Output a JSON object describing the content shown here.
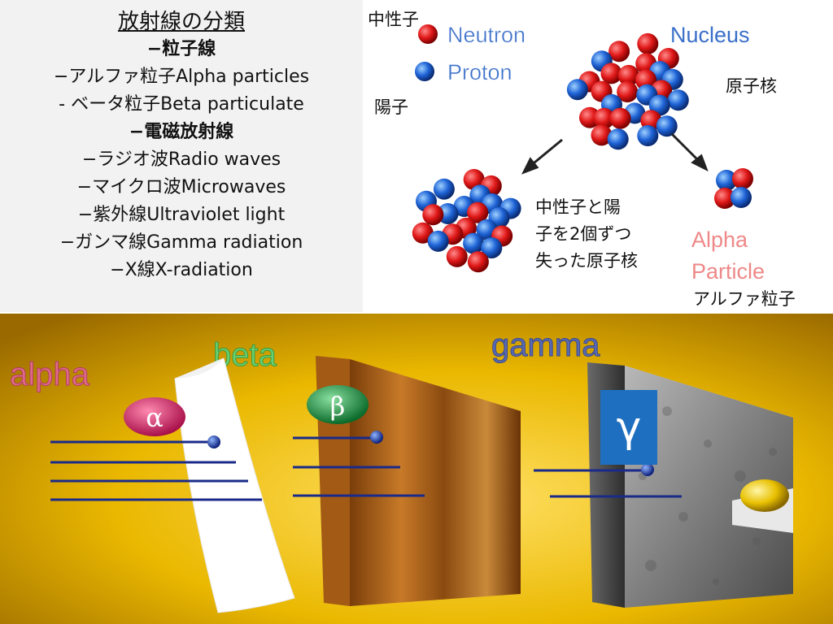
{
  "list": {
    "title": "放射線の分類",
    "items": [
      {
        "text": "−粒子線",
        "bold": true
      },
      {
        "text": "−アルファ粒子Alpha particles",
        "bold": false
      },
      {
        "text": "- ベータ粒子Beta particulate",
        "bold": false
      },
      {
        "text": "−電磁放射線",
        "bold": true
      },
      {
        "text": "−ラジオ波Radio waves",
        "bold": false
      },
      {
        "text": "−マイクロ波Microwaves",
        "bold": false
      },
      {
        "text": "−紫外線Ultraviolet light",
        "bold": false
      },
      {
        "text": "−ガンマ線Gamma radiation",
        "bold": false
      },
      {
        "text": "−X線X-radiation",
        "bold": false
      }
    ]
  },
  "nucleus_image": {
    "legend_neutron": "Neutron",
    "legend_proton": "Proton",
    "nucleus_label": "Nucleus",
    "alpha_label_line1": "Alpha",
    "alpha_label_line2": "Particle",
    "jp_neutron": "中性子",
    "jp_proton": "陽子",
    "jp_nucleus": "原子核",
    "jp_alpha": "アルファ粒子",
    "note_lines": [
      "中性子と陽",
      "子を2個ずつ",
      "失った原子核"
    ],
    "colors": {
      "neutron": "#e02020",
      "proton": "#1e5fd0",
      "label_text": "#3a6fc9"
    }
  },
  "radiation_image": {
    "label_alpha": "alpha",
    "label_beta": "beta",
    "label_gamma": "gamma",
    "symbol_alpha": "α",
    "symbol_beta": "β",
    "symbol_gamma": "γ",
    "materials": [
      "paper-sheet",
      "wood-block",
      "lead-block"
    ],
    "colors": {
      "background": "#e6b800",
      "ray": "#1a2a8a",
      "gamma_box": "#1e6fbf"
    }
  }
}
